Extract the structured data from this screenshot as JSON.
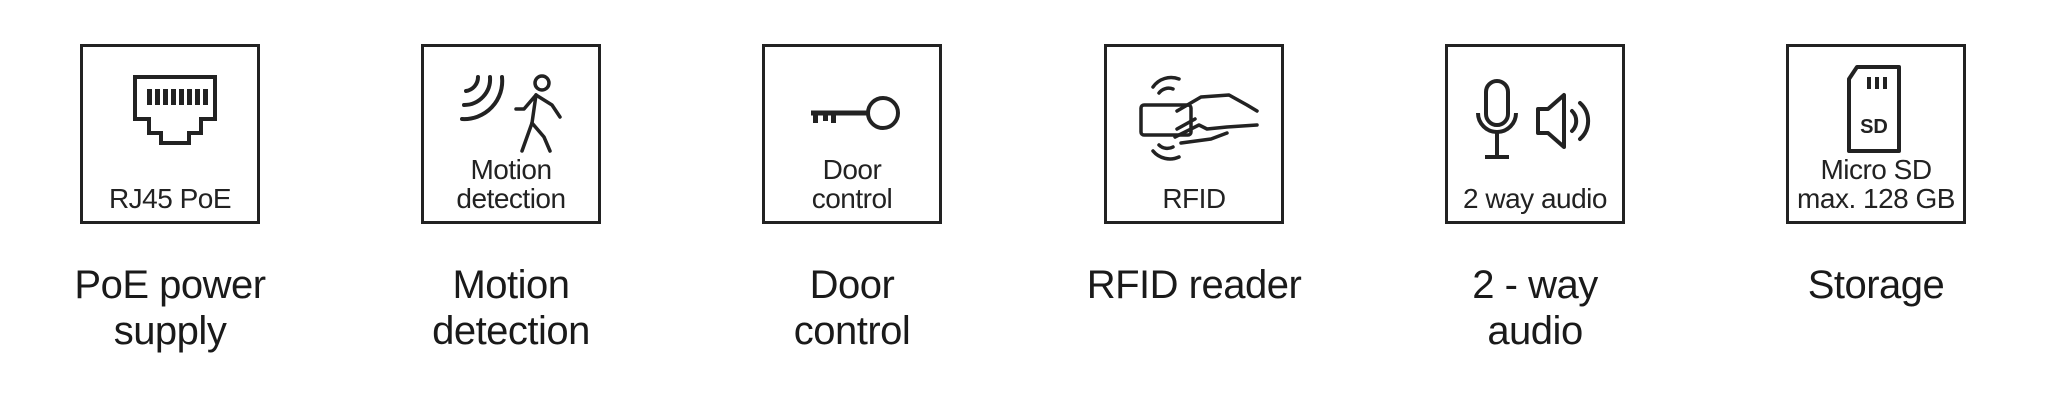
{
  "features": [
    {
      "icon": "ethernet-port-icon",
      "box_label": "RJ45 PoE",
      "caption": "PoE power\nsupply"
    },
    {
      "icon": "motion-sensor-person-icon",
      "box_label": "Motion\ndetection",
      "caption": "Motion\ndetection"
    },
    {
      "icon": "key-icon",
      "box_label": "Door\ncontrol",
      "caption": "Door\ncontrol"
    },
    {
      "icon": "rfid-card-hand-icon",
      "box_label": "RFID",
      "caption": "RFID reader"
    },
    {
      "icon": "microphone-speaker-icon",
      "box_label": "2 way audio",
      "caption": "2 - way\naudio"
    },
    {
      "icon": "sd-card-icon",
      "box_label": "Micro SD\nmax. 128 GB",
      "caption": "Storage",
      "sd_text": "SD"
    }
  ]
}
